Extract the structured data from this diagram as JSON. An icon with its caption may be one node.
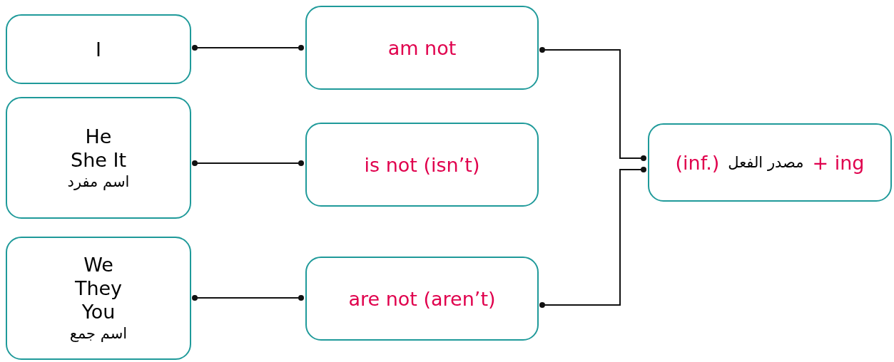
{
  "diagram": {
    "nodes": [
      {
        "text": [
          "I"
        ]
      },
      {
        "text": [
          "He She It",
          "اسم مفرد"
        ]
      },
      {
        "text": [
          "We They You",
          "اسم جمع"
        ]
      },
      {
        "text": [
          "am not"
        ]
      },
      {
        "text": [
          "is not (isn’t)"
        ]
      },
      {
        "text": [
          "are not (aren’t)"
        ]
      },
      {
        "text": [
          "(inf.)",
          "مصدر الفعل",
          "+ ing"
        ]
      }
    ],
    "edges": [
      {
        "from": 0,
        "to": 3,
        "arrow": "other"
      },
      {
        "from": 1,
        "to": 4,
        "arrow": "other"
      },
      {
        "from": 2,
        "to": 5,
        "arrow": "other"
      },
      {
        "from": 3,
        "to": 6,
        "arrow": "other"
      },
      {
        "from": 5,
        "to": 6,
        "arrow": "other"
      }
    ]
  }
}
